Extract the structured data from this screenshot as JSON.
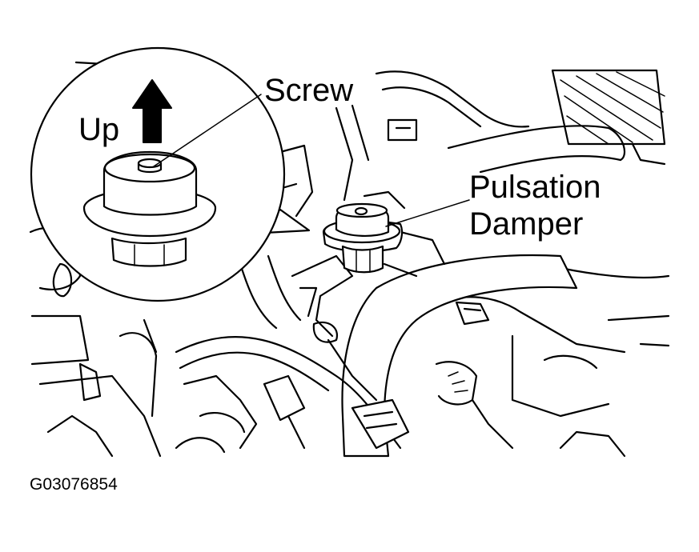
{
  "labels": {
    "up": "Up",
    "screw": "Screw",
    "pulsation_line1": "Pulsation",
    "pulsation_line2": "Damper"
  },
  "figure_code": "G03076854",
  "icons": {
    "direction": "up-arrow-icon"
  }
}
